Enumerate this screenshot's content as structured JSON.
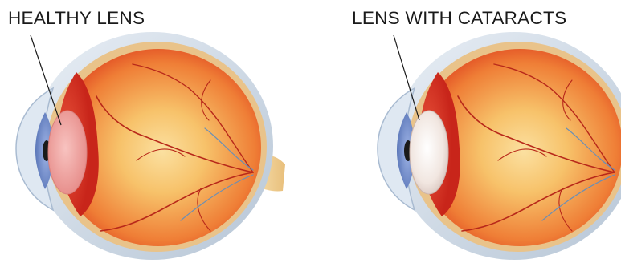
{
  "labels": {
    "left": "HEALTHY LENS",
    "right": "LENS WITH CATARACTS"
  },
  "eyes": [
    {
      "name": "healthy-eye",
      "lens_state": "clear",
      "lens_color": "#f2a9a6"
    },
    {
      "name": "cataract-eye",
      "lens_state": "clouded",
      "lens_color": "#f7efe9"
    }
  ],
  "colors": {
    "sclera": "#cfdbe8",
    "choroid_outer": "#e8c289",
    "retina_red": "#e23a1e",
    "interior_glow": "#f7c26a",
    "iris": "#7f98d6",
    "pupil": "#1a1a1a",
    "optic_nerve": "#f3d39c",
    "vessel": "#b8281a",
    "vessel_blue": "#6b8fb5"
  }
}
